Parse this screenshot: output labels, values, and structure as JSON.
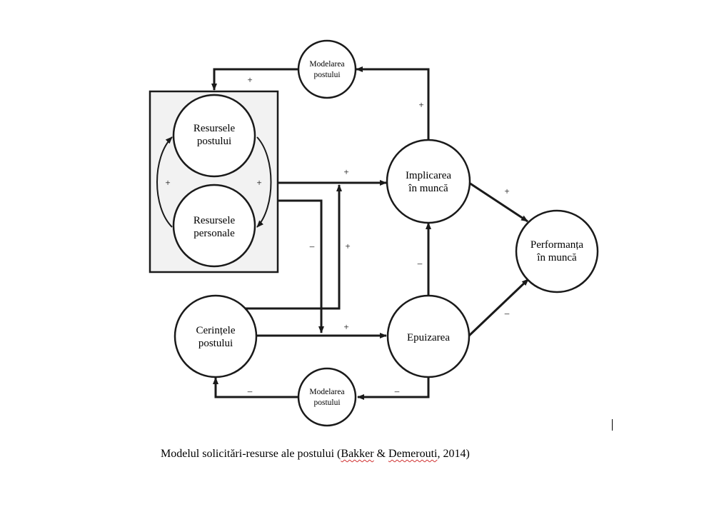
{
  "nodes": {
    "modelarea_top": [
      "Modelarea",
      "postului"
    ],
    "resursele_postului": [
      "Resursele",
      "postului"
    ],
    "resursele_personale": [
      "Resursele",
      "personale"
    ],
    "implicarea": [
      "Implicarea",
      "în muncă"
    ],
    "performanta": [
      "Performanța",
      "în muncă"
    ],
    "cerintele": [
      "Cerințele",
      "postului"
    ],
    "epuizarea": [
      "Epuizarea"
    ],
    "modelarea_bottom": [
      "Modelarea",
      "postului"
    ]
  },
  "signs": {
    "plus": "+",
    "minus": "–"
  },
  "caption": {
    "before": "Modelul solicitări-resurse ale postului (",
    "author1": "Bakker",
    "amp": " & ",
    "author2": "Demerouti",
    "after": ", 2014)"
  },
  "colors": {
    "stroke": "#1a1a1a",
    "box_fill": "#f2f2f2",
    "squiggle": "#d03030"
  }
}
